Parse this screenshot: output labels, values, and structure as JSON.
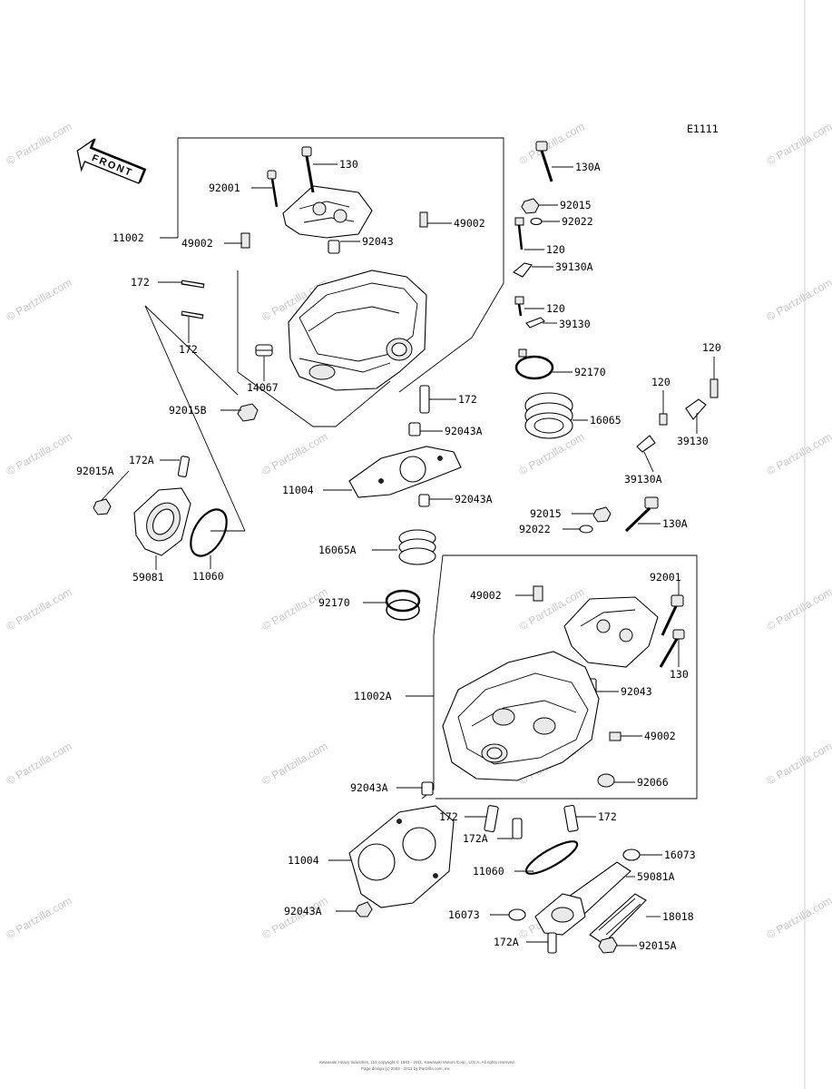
{
  "figure_code": "E1111",
  "front_label": "FRONT",
  "watermark": "© Partzilla.com",
  "footer": {
    "line1": "Kawasaki Heavy Industries, Ltd. copyright © 1983 - 2011, Kawasaki Motors Corp., U.S.A. All rights reserved.",
    "line2": "Page design (c) 2002 - 2011 by Partzilla.com, Inc."
  },
  "labels": {
    "l_130_top": "130",
    "l_92001_top": "92001",
    "l_11002": "11002",
    "l_49002_left": "49002",
    "l_92043_top": "92043",
    "l_49002_right": "49002",
    "l_172_a": "172",
    "l_172_b": "172",
    "l_14067": "14067",
    "l_172_c": "172",
    "l_92015b": "92015B",
    "l_92043a_1": "92043A",
    "l_172a_1": "172A",
    "l_92015a_1": "92015A",
    "l_11004_1": "11004",
    "l_92043a_2": "92043A",
    "l_59081": "59081",
    "l_11060_1": "11060",
    "l_130a_1": "130A",
    "l_92015_1": "92015",
    "l_92022_1": "92022",
    "l_120_1": "120",
    "l_39130a_1": "39130A",
    "l_120_2": "120",
    "l_39130_1": "39130",
    "l_92170_1": "92170",
    "l_16065": "16065",
    "l_120_3": "120",
    "l_120_4": "120",
    "l_39130_2": "39130",
    "l_39130a_2": "39130A",
    "l_92015_2": "92015",
    "l_92022_2": "92022",
    "l_130a_2": "130A",
    "l_16065a": "16065A",
    "l_92170_2": "92170",
    "l_49002_mid": "49002",
    "l_92001_2": "92001",
    "l_130_2": "130",
    "l_11002a": "11002A",
    "l_92043_2": "92043",
    "l_49002_low": "49002",
    "l_92066": "92066",
    "l_92043a_3": "92043A",
    "l_172_d": "172",
    "l_172_e": "172",
    "l_172a_2": "172A",
    "l_11004_2": "11004",
    "l_16073_1": "16073",
    "l_11060_2": "11060",
    "l_59081a": "59081A",
    "l_16073_2": "16073",
    "l_18018": "18018",
    "l_92043a_4": "92043A",
    "l_172a_3": "172A",
    "l_92015a_2": "92015A"
  }
}
